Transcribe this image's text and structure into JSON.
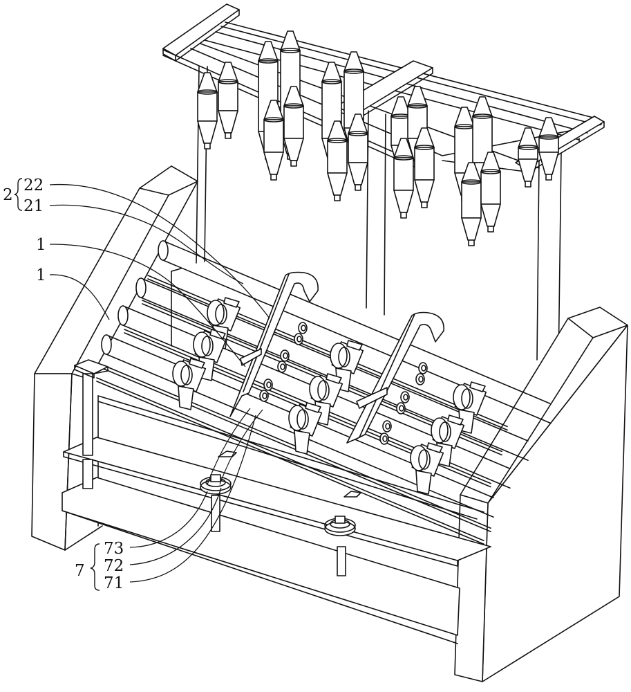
{
  "figure": {
    "type": "patent-perspective-drawing",
    "line_color": "#111111",
    "background": "#ffffff"
  },
  "labels": {
    "group_2": {
      "numeral": "2",
      "items": [
        {
          "numeral": "22"
        },
        {
          "numeral": "21"
        }
      ]
    },
    "part_1a": {
      "numeral": "1"
    },
    "part_1b": {
      "numeral": "1"
    },
    "group_7": {
      "numeral": "7",
      "items": [
        {
          "numeral": "73"
        },
        {
          "numeral": "72"
        },
        {
          "numeral": "71"
        }
      ]
    }
  }
}
